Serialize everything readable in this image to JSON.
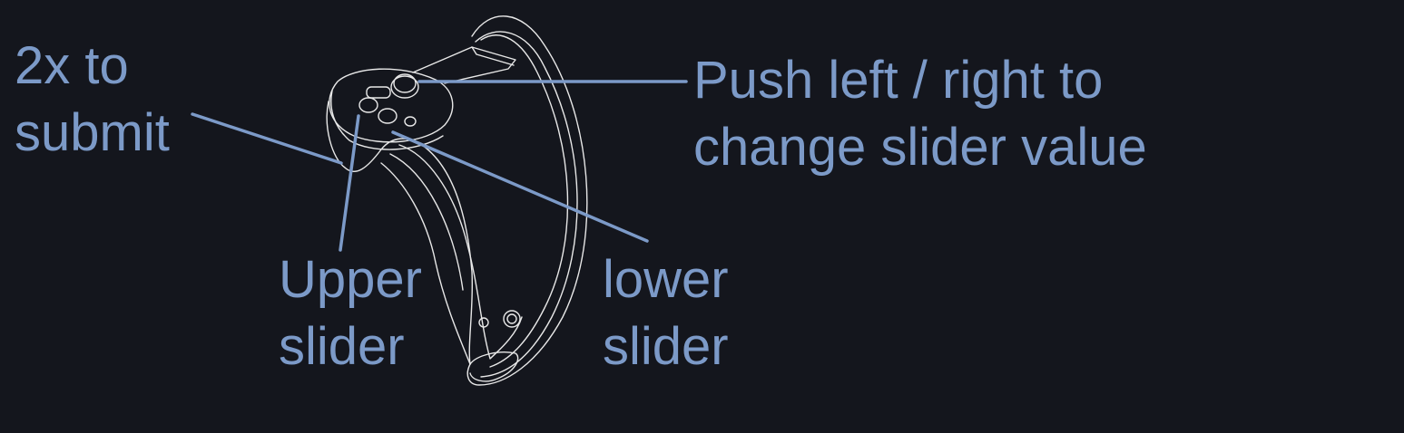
{
  "labels": {
    "double_press": {
      "line1": "2x to",
      "line2": "submit"
    },
    "push": {
      "line1": "Push left / right to",
      "line2": "change slider value"
    },
    "upper_slider": {
      "line1": "Upper",
      "line2": "slider"
    },
    "lower_slider": {
      "line1": "lower",
      "line2": "slider"
    }
  },
  "colors": {
    "background": "#14161d",
    "annotation": "#7c9ac8",
    "drawing": "#e8e8e8"
  },
  "icons": {
    "controller": "vr-controller-outline-icon"
  }
}
